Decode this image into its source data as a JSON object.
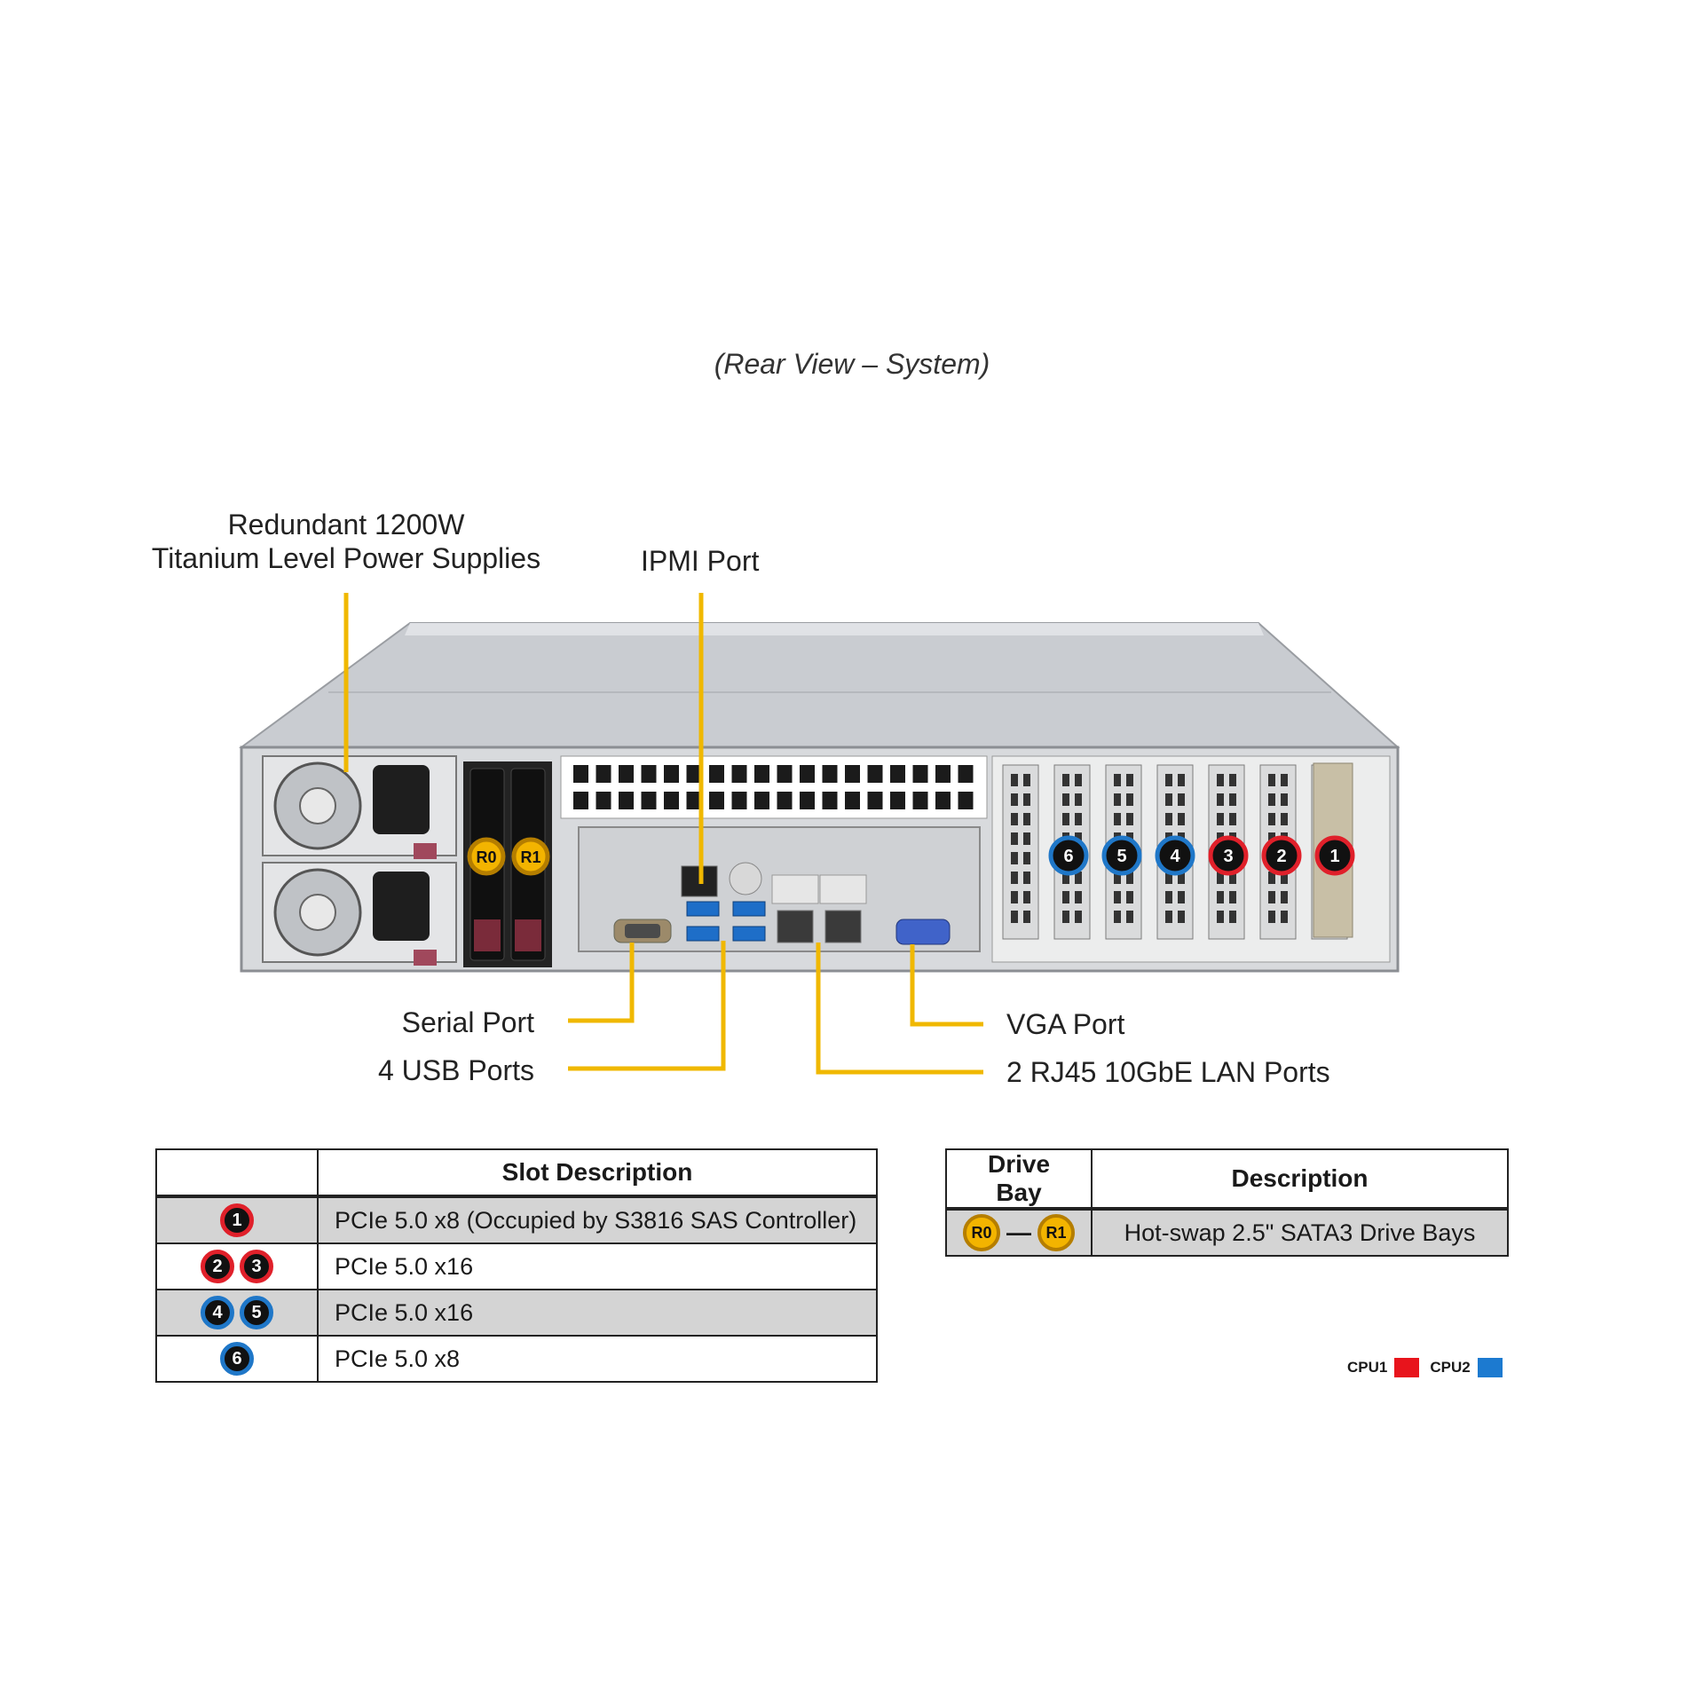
{
  "title": "(Rear View – System)",
  "callouts": {
    "power_line1": "Redundant 1200W",
    "power_line2": "Titanium Level Power Supplies",
    "ipmi": "IPMI Port",
    "serial": "Serial Port",
    "usb": "4 USB Ports",
    "vga": "VGA Port",
    "lan": "2 RJ45 10GbE LAN Ports"
  },
  "chassis": {
    "drive_bays": [
      "R0",
      "R1"
    ],
    "slots": [
      {
        "num": "6",
        "cpu": "CPU2"
      },
      {
        "num": "5",
        "cpu": "CPU2"
      },
      {
        "num": "4",
        "cpu": "CPU2"
      },
      {
        "num": "3",
        "cpu": "CPU1"
      },
      {
        "num": "2",
        "cpu": "CPU1"
      },
      {
        "num": "1",
        "cpu": "CPU1"
      }
    ]
  },
  "slot_table": {
    "headers": [
      "",
      "Slot Description"
    ],
    "rows": [
      {
        "badges": [
          "1"
        ],
        "color": "red",
        "desc": "PCIe 5.0 x8 (Occupied by S3816 SAS Controller)"
      },
      {
        "badges": [
          "2",
          "3"
        ],
        "color": "red",
        "desc": "PCIe 5.0 x16"
      },
      {
        "badges": [
          "4",
          "5"
        ],
        "color": "blue",
        "desc": "PCIe 5.0 x16"
      },
      {
        "badges": [
          "6"
        ],
        "color": "blue",
        "desc": "PCIe 5.0 x8"
      }
    ]
  },
  "drive_table": {
    "headers": [
      "Drive Bay",
      "Description"
    ],
    "rows": [
      {
        "from": "R0",
        "to": "R1",
        "desc": "Hot-swap 2.5\" SATA3 Drive Bays"
      }
    ]
  },
  "legend": [
    {
      "label": "CPU1",
      "color": "#e8141c"
    },
    {
      "label": "CPU2",
      "color": "#1c7ad0"
    }
  ],
  "colors": {
    "callout_line": "#f0b800",
    "cpu1": "#e0202a",
    "cpu2": "#1f77c8",
    "drive_badge": "#f3b400"
  }
}
